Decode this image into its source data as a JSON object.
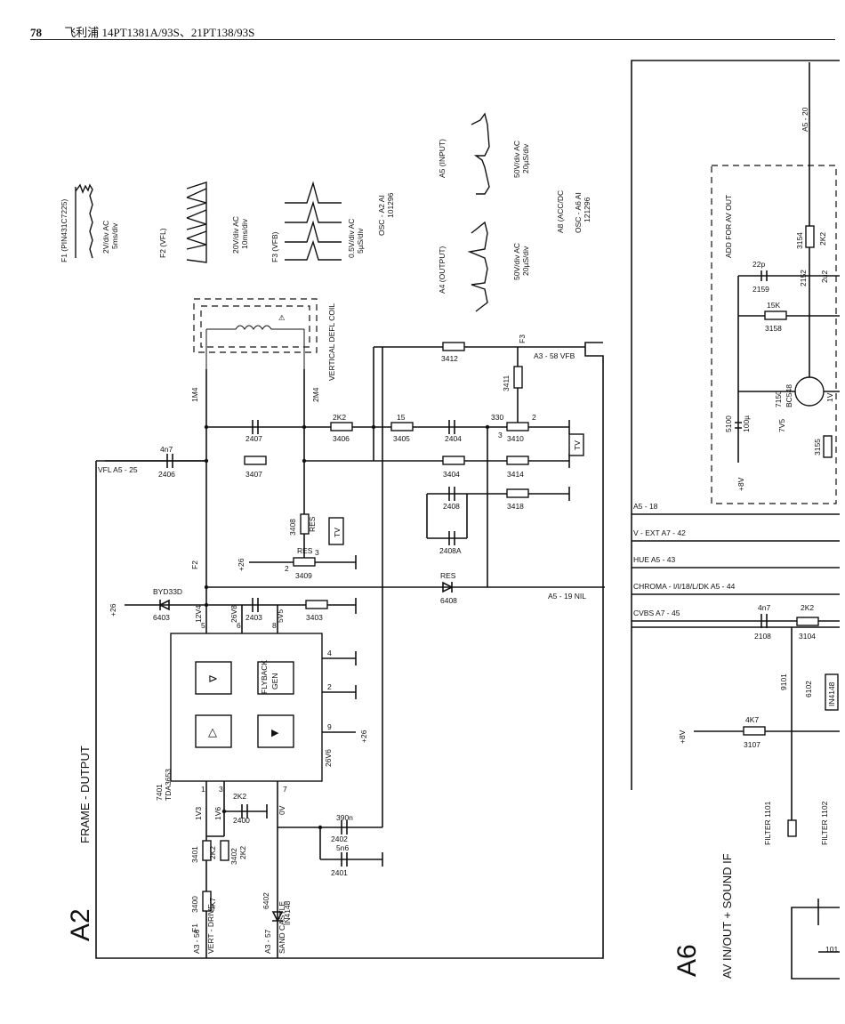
{
  "header": {
    "page": "78",
    "title": "飞利浦 14PT1381A/93S、21PT138/93S"
  },
  "a2": {
    "code": "A2",
    "name": "FRAME - DUTPUT",
    "ic": {
      "ref": "7401",
      "part": "TDA3653",
      "flyback1": "FLYBACK",
      "flyback2": "GEN",
      "p5": "5",
      "p6": "6",
      "p8": "8",
      "p4": "4",
      "p2": "2",
      "p9": "9",
      "p1": "1",
      "p3": "3",
      "p7": "7"
    },
    "rails": {
      "v12v4": "12V4",
      "v26v8": "26V8",
      "v5v5": "5V5",
      "v26v6": "26V6",
      "v1v3": "1V3",
      "v1v6": "1V6",
      "v0v": "0V"
    },
    "wave": {
      "f1": "F1 (PIN431C7225)",
      "f1s1": "2V/div AC",
      "f1s2": "5ms/div",
      "f2": "F2 (VFL)",
      "f2s1": "20V/div AC",
      "f2s2": "10ms/div",
      "f3": "F3 (VFB)",
      "f3s1": "0.5V/div AC",
      "f3s2": "5µS/div",
      "osc1": "OSC - A2 AI",
      "osc1n": "101296",
      "a5": "A5 (INPUT)",
      "a5s1": "50V/div AC",
      "a5s2": "20µS/div",
      "a4": "A4 (OUTPUT)",
      "a4s1": "50V/div AC",
      "a4s2": "20µS/div",
      "a8": "A8 (ACC/DC",
      "osc2": "OSC - A6 AI",
      "osc2n": "121296"
    },
    "coil": "VERTICAL DEFL COIL",
    "c1m4": "1M4",
    "c2m4": "2M4",
    "comp": {
      "c2407": "2407",
      "r3406": "3406",
      "v2k2": "2K2",
      "r3405": "3405",
      "v15": "15",
      "c2404": "2404",
      "r3410": "3410",
      "v330": "330",
      "r3412": "3412",
      "r3411": "3411",
      "c2406": "2406",
      "v4n7": "4n7",
      "r3407": "3407",
      "r3404": "3404",
      "r3414": "3414",
      "c2408": "2408",
      "c2408a": "2408A",
      "r3418": "3418",
      "r3408": "3408",
      "res": "RES",
      "r3409": "3409",
      "d6408": "6408",
      "d6403": "6403",
      "byd": "BYD33D",
      "c2403": "2403",
      "r3403": "3403",
      "r3401": "3401",
      "r3402": "3402",
      "r3400": "3400",
      "v4k7": "4K7",
      "c2400": "2400",
      "c2402": "2402",
      "v390n": "390n",
      "c2401": "2401",
      "v5n6": "5n6",
      "d6402": "6402",
      "in4148": "IN4148",
      "f1": "F1",
      "f2": "F2",
      "f3": "F3",
      "n1": "1",
      "n2": "2",
      "n3": "3"
    },
    "nets": {
      "vfb": "A3 - 58 VFB",
      "vfl": "VFL A5 - 25",
      "nil": "A5 - 19 NIL",
      "p26a": "+26",
      "p26b": "+26",
      "p26c": "+26",
      "vdrive": "VERT - DRIVE",
      "vdrive_ref": "A3 - 56",
      "sand": "SAND CASTLE",
      "sand_ref": "A3 - 57"
    },
    "tv1": "TV",
    "tv2": "TV"
  },
  "a6": {
    "code": "A6",
    "name": "AV IN/OUT + SOUND IF",
    "addfor": "ADD FOR AV OUT",
    "nets": {
      "n1": "A5 - 18",
      "n2": "V - EXT A7 - 42",
      "n3": "HUE A5 - 43",
      "n4": "CHROMA - I/I/18/L/DK A5 - 44",
      "n5": "CVBS A7 - 45",
      "top": "A5 - 20",
      "p8v1": "+8V",
      "p8v2": "+8V"
    },
    "comp": {
      "c2159": "2159",
      "v22p": "22p",
      "r3158": "3158",
      "v15k": "15K",
      "c2152": "2152",
      "v2u2": "2u2",
      "r3154": "3154",
      "v2k2": "2K2",
      "q7150": "7150",
      "bc548": "BC548",
      "v7v5": "7V5",
      "c5100": "5100",
      "v100u": "100µ",
      "r3155": "3155",
      "c2108": "2108",
      "v4n7": "4n7",
      "r3104": "3104",
      "v2k2b": "2K2",
      "d9101": "9101",
      "d6102": "6102",
      "in4148": "IN4148",
      "r3107": "3107",
      "v4k7": "4K7",
      "f1101": "FILTER 1101",
      "f1102": "FILTER 1102",
      "v1v": "1V",
      "n101": "101"
    }
  }
}
